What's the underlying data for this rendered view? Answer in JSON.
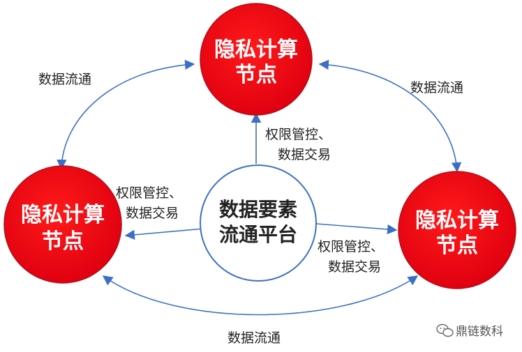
{
  "nodes": {
    "top": {
      "line1": "隐私计算",
      "line2": "节点"
    },
    "left": {
      "line1": "隐私计算",
      "line2": "节点"
    },
    "right": {
      "line1": "隐私计算",
      "line2": "节点"
    }
  },
  "center": {
    "line1": "数据要素",
    "line2": "流通平台"
  },
  "edge_labels": {
    "top_left": "数据流通",
    "top_right": "数据流通",
    "bottom": "数据流通",
    "center_top_line1": "权限管控、",
    "center_top_line2": "数据交易",
    "center_left_line1": "权限管控、",
    "center_left_line2": "数据交易",
    "center_right_line1": "权限管控、",
    "center_right_line2": "数据交易"
  },
  "watermark": {
    "text": "鼎链数科",
    "icon": "wechat-icon"
  },
  "colors": {
    "node_fill": "#e8101c",
    "node_stroke": "#a40a12",
    "center_stroke": "#3b6fc4",
    "arrow": "#3b6fc4"
  }
}
